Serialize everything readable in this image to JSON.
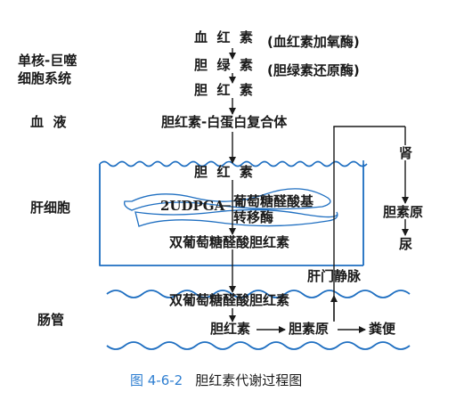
{
  "left_labels": {
    "mononuclear": "单核-巨噬\n细胞系统",
    "blood": "血  液",
    "liver_cell": "肝细胞",
    "intestine": "肠管"
  },
  "nodes": {
    "heme": "血  红  素",
    "heme_oxygenase": "(血红素加氧酶)",
    "biliverdin": "胆  绿  素",
    "biliverdin_reductase": "(胆绿素还原酶)",
    "bilirubin_top": "胆  红  素",
    "complex": "胆红素-白蛋白复合体",
    "bilirubin_liver": "胆  红  素",
    "udpga": "2UDPGA",
    "enzyme_line1": "葡萄糖醛酸基",
    "enzyme_line2": "转移酶",
    "diglucuronide_liver": "双葡萄糖醛酸胆红素",
    "portal_vein": "肝门静脉",
    "diglucuronide_gut": "双葡萄糖醛酸胆红素",
    "bilirubin_gut": "胆红素",
    "urobilinogen_gut": "胆素原",
    "feces": "粪便",
    "kidney": "肾",
    "urobilinogen_kidney": "胆素原",
    "urine": "尿"
  },
  "caption": {
    "number": "图 4-6-2",
    "title": "胆红素代谢过程图"
  },
  "colors": {
    "line": "#1a1a1a",
    "membrane": "#1f6fc1",
    "caption_number": "#2f7fd1"
  }
}
